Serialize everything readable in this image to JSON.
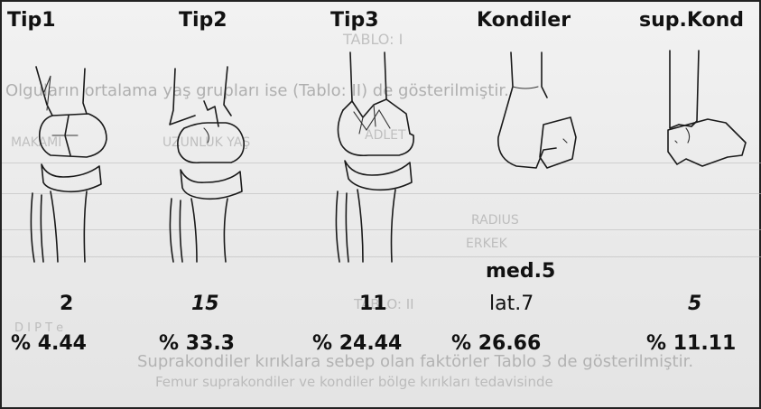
{
  "figure": {
    "types": [
      {
        "label": "Tip1",
        "count": "2",
        "percent": "% 4.44"
      },
      {
        "label": "Tip2",
        "count": "15",
        "percent": "% 33.3"
      },
      {
        "label": "Tip3",
        "count": "11",
        "percent": "% 24.44"
      },
      {
        "label": "Kondiler",
        "sub_med": "med.5",
        "sub_lat": "lat.7",
        "percent": "% 26.66"
      },
      {
        "label": "sup.Kond",
        "count": "5",
        "percent": "% 11.11"
      }
    ]
  },
  "bleed_through": {
    "table_title": "TABLO: I",
    "line1": "Olguların ortalama yaş grupları ise (Tablo: II) de gösterilmiştir.",
    "col_left": "MAKAMI",
    "col_mid": "UZUNLUK YAŞ",
    "col_right": "ADLET",
    "row_radius": "RADIUS",
    "row_erkek": "ERKEK",
    "table2_title": "TABLO: II",
    "footer1": "Suprakondiler kırıklara sebep olan faktörler Tablo 3 de gösterilmiştir.",
    "footer2": "Femur suprakondiler ve kondiler bölge kırıkları tedavisinde",
    "section": "D I P T e"
  }
}
